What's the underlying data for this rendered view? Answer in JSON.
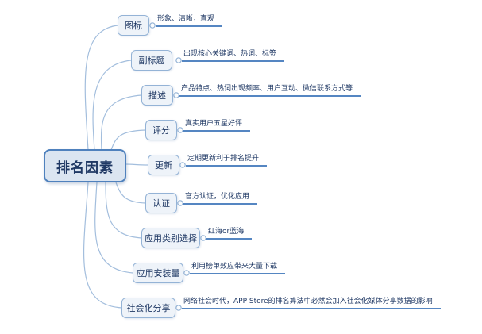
{
  "diagram": {
    "type": "mindmap",
    "root": {
      "label": "排名因素"
    },
    "branches": [
      {
        "label": "图标",
        "note": "形象、清晰，直观"
      },
      {
        "label": "副标题",
        "note": "出现核心关键词、热词、标签"
      },
      {
        "label": "描述",
        "note": "产品特点、热词出现频率、用户互动、微信联系方式等"
      },
      {
        "label": "评分",
        "note": "真实用户五星好评"
      },
      {
        "label": "更新",
        "note": "定期更新利于排名提升"
      },
      {
        "label": "认证",
        "note": "官方认证，优化应用"
      },
      {
        "label": "应用类别选择",
        "note": "红海or蓝海"
      },
      {
        "label": "应用安装量",
        "note": "利用榜单效应带来大量下载"
      },
      {
        "label": "社会化分享",
        "note": "网络社会时代，APP Store的排名算法中必然会加入社会化媒体分享数据的影响"
      }
    ],
    "colors": {
      "root_border": "#4f81bd",
      "root_fill": "#dbe5f1",
      "node_border": "#94b3d6",
      "node_fill": "#eef3f9",
      "text": "#1f3864",
      "connector": "#a3bedd",
      "underline": "#5586c2"
    }
  }
}
